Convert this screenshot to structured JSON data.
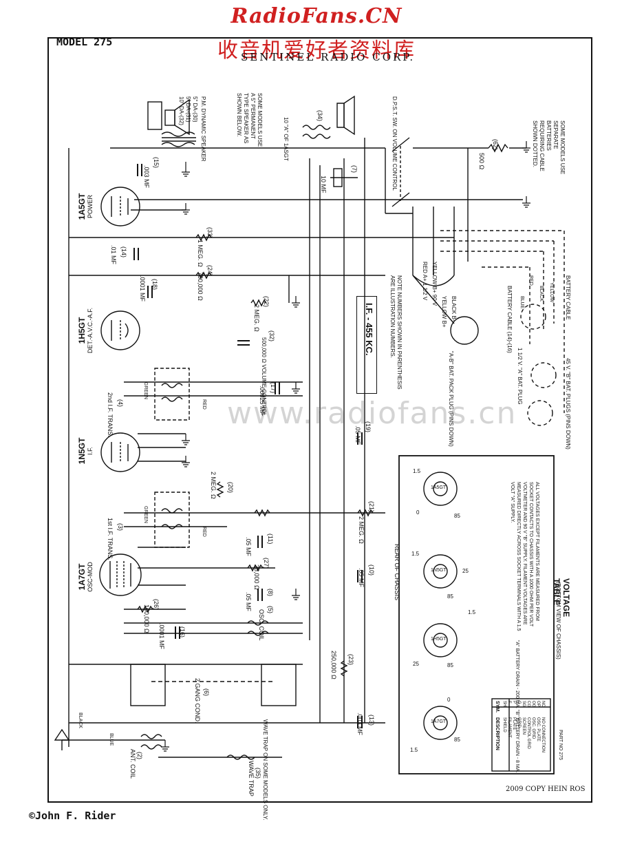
{
  "header": {
    "watermark_site": "RadioFans.CN",
    "watermark_cn": "收音机爱好者资料库",
    "model": "MODEL 275",
    "manufacturer": "SENTINEL RADIO CORP."
  },
  "footer": {
    "credit": "©John F. Rider",
    "copyright": "2009 COPY HEIN ROS"
  },
  "watermark_center": "www.radiofans.cn",
  "tubes": [
    {
      "name": "1A5GT",
      "function": "POWER"
    },
    {
      "name": "1H5GT",
      "function": "DET.-A.V.C.-A.F."
    },
    {
      "name": "1N5GT",
      "function": "I.F."
    },
    {
      "name": "1A7GT",
      "function": "OSC-MOD"
    }
  ],
  "if_label": "I.F. - 455 KC.",
  "note": "NOTE NUMBERS SHOWN IN PARENTHESIS ARE ILLUSTRATION NUMBERS.",
  "speaker_notes": {
    "pm": "P.M. DYNAMIC SPEAKER",
    "pm_models": [
      "5\" DA-(30)",
      "5\" DA-(31)",
      "10\" DA-(32)"
    ],
    "some_models": "SOME MODELS USE A 5\" PERMANENT TYPE SPEAKER AS SHOWN BELOW.",
    "one_ohm": "10 \"A\" OF 1ASGT"
  },
  "switch_label": "D.P.S.T. SW. ON VOLUME CONTROL",
  "battery": {
    "separate": "SOME MODELS USE SEPARATE BATTERIES REQUIRING CABLE SHOWN DOTTED.",
    "cable": "BATTERY CABLE (14)-(16)",
    "cable2": "BATTERY CABLE",
    "pack_plug": "\"A-B\" BAT. PACK PLUG (PINS DOWN)",
    "a_plug": "1 1/2 V. \"A\" BAT. PLUG",
    "b_plugs": "45 V. \"B\" BAT. PLUGS (PINS DOWN)",
    "wires": [
      "RED A+ 1 1/2 V",
      "YELLOW B+ 90 V",
      "YELLOW B+",
      "BLACK B-",
      "RED",
      "BLACK",
      "YELLOW",
      "BLUE"
    ]
  },
  "components": [
    {
      "ref": "(62)",
      "value": "500 Ω"
    },
    {
      "ref": "(15)",
      "value": ".003 MF"
    },
    {
      "ref": "(7)",
      "value": "10 MF"
    },
    {
      "ref": "(14)",
      "value": ".01 MF"
    },
    {
      "ref": "(33)",
      "value": "1 MEG. Ω"
    },
    {
      "ref": "(24)",
      "value": "750,000 Ω"
    },
    {
      "ref": "(18)",
      "value": ".0001 MF"
    },
    {
      "ref": "(22)",
      "value": "2 MEG. Ω"
    },
    {
      "ref": "(32)",
      "value": "500,000 Ω VOLUME CONTROL"
    },
    {
      "ref": "(17)",
      "value": ".00025 MF"
    },
    {
      "ref": "(4)",
      "value": "2nd I.F. TRANS."
    },
    {
      "ref": "(19)",
      "value": ".05 MF"
    },
    {
      "ref": "(20)",
      "value": "2 MEG. Ω"
    },
    {
      "ref": "(3)",
      "value": "1st I.F. TRANS."
    },
    {
      "ref": "(21)",
      "value": "2 MEG. Ω"
    },
    {
      "ref": "(11)",
      "value": ".05 MF"
    },
    {
      "ref": "(27)",
      "value": "25,000 Ω"
    },
    {
      "ref": "(10)",
      "value": ".05 MF"
    },
    {
      "ref": "(8)",
      "value": ".05 MF"
    },
    {
      "ref": "(26)",
      "value": "100,000 Ω"
    },
    {
      "ref": "(5)",
      "value": "OSC. COIL"
    },
    {
      "ref": "(16)",
      "value": ".0001 MF"
    },
    {
      "ref": "(23)",
      "value": "250,000 Ω"
    },
    {
      "ref": "(6)",
      "value": "2 GANG COND."
    },
    {
      "ref": "(13)",
      "value": ".003 MF"
    },
    {
      "ref": "(2)",
      "value": "ANT. COIL"
    },
    {
      "ref": "(35)",
      "value": "WAVE TRAP"
    },
    {
      "ref": "(34)",
      "value": ""
    }
  ],
  "misc_labels": {
    "rear_chassis": "REAR OF CHASSIS",
    "wave_trap_note": "WAVE TRAP ON SOME MODELS ONLY.",
    "black": "BLACK",
    "blue": "BLUE",
    "green": "GREEN",
    "red": "RED"
  },
  "voltage_table": {
    "title": "VOLTAGE TABLE",
    "subtitle": "(BOTTOM VIEW OF CHASSIS)",
    "notes": "ALL VOLTAGES EXCEPT FILAMENTS ARE MEASURED FROM SOCKET CONTACTS TO CHASSIS WITH A 1000 OHM PER VOLT VOLTMETER AND 90 V \"B\" SUPPLY. FILAMENT VOLTAGES ARE MEASURED DIRECTLY ACROSS SOCKET TERMINALS WITH A 1.5 VOLT \"A\" SUPPLY.",
    "drain": "\"A\" BATTERY DRAIN - 200 MA. \"B\" BATTERY DRAIN - 8 MA.",
    "legend_header": [
      "SYM.",
      "DESCRIPTION"
    ],
    "legend": [
      [
        "SH",
        "SHIELD"
      ],
      [
        "F",
        "FILAMENT"
      ],
      [
        "P",
        "PLATE"
      ],
      [
        "G",
        "GRID"
      ],
      [
        "SG",
        "SCREEN"
      ],
      [
        "CG",
        "CONTROL GRID"
      ],
      [
        "OG",
        "OSC. GRID"
      ],
      [
        "OP",
        "OSC. PLATE"
      ],
      [
        "NC",
        "NO CONNECTION"
      ]
    ],
    "part_no": "PART NO 275",
    "sockets": [
      {
        "tube": "1A5GT",
        "v1": "1.5",
        "v2": "85",
        "v3": "0"
      },
      {
        "tube": "1N5GT",
        "v1": "1.5",
        "v2": "25",
        "v3": "85"
      },
      {
        "tube": "1H5GT",
        "v1": "1.5",
        "v2": "25",
        "v3": "85"
      },
      {
        "tube": "1A7GT",
        "v1": "1.5",
        "v2": "85",
        "v3": "0"
      }
    ]
  }
}
